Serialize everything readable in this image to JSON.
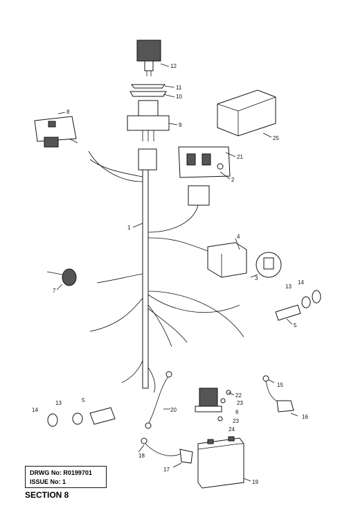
{
  "drawing": {
    "number_label": "DRWG No:",
    "number": "R0199701",
    "issue_label": "ISSUE No:",
    "issue": "1"
  },
  "section": "SECTION 8",
  "callouts": [
    "12",
    "11",
    "10",
    "9",
    "8",
    "25",
    "21",
    "2",
    "1",
    "4",
    "3",
    "7",
    "13",
    "14",
    "5",
    "22",
    "23",
    "6",
    "24",
    "15",
    "16",
    "20",
    "18",
    "17",
    "19"
  ]
}
